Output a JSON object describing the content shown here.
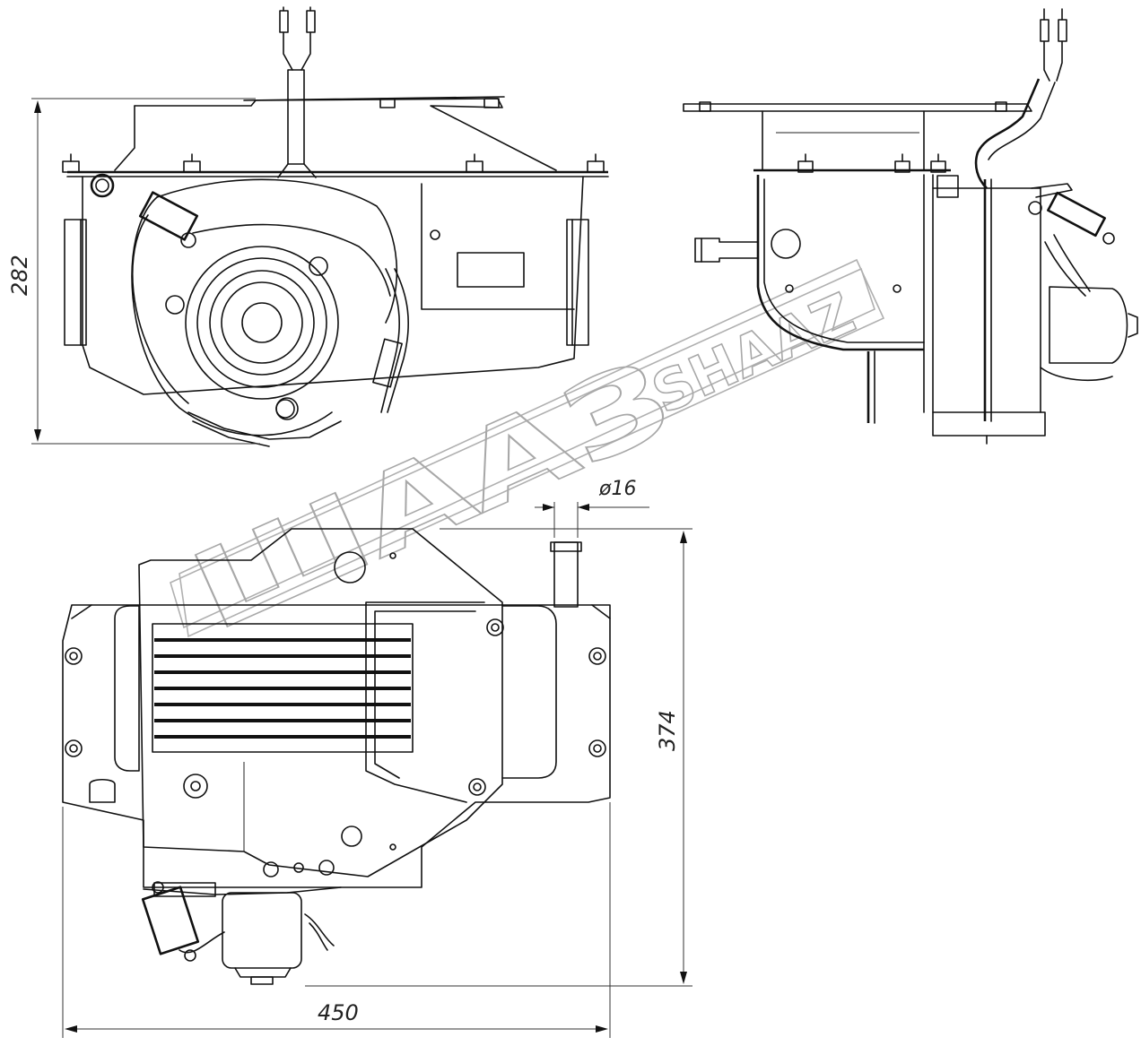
{
  "dimensions": {
    "height_front": "282",
    "width_top": "450",
    "height_top": "374",
    "pipe_diameter": "ø16"
  },
  "watermark": {
    "text_cyrillic": "ШААЗ",
    "text_latin": "SHAAZ"
  },
  "colors": {
    "line": "#111111",
    "watermark": "#a8a8a8",
    "background": "#ffffff"
  }
}
